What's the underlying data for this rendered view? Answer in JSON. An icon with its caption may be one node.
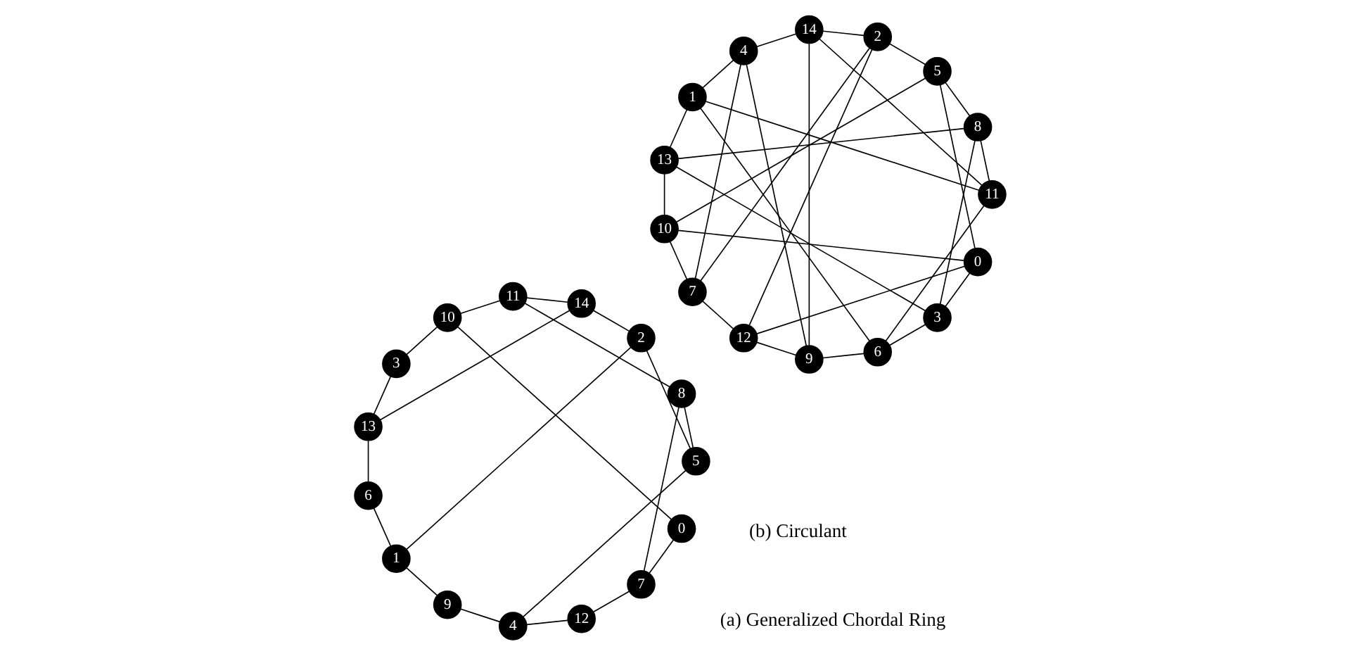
{
  "diagram": {
    "nodes": [
      {
        "text": [
          "0"
        ]
      },
      {
        "text": [
          "1"
        ]
      },
      {
        "text": [
          "2"
        ]
      },
      {
        "text": [
          "3"
        ]
      },
      {
        "text": [
          "4"
        ]
      },
      {
        "text": [
          "5"
        ]
      },
      {
        "text": [
          "6"
        ]
      },
      {
        "text": [
          "7"
        ]
      },
      {
        "text": [
          "8"
        ]
      },
      {
        "text": [
          "9"
        ]
      },
      {
        "text": [
          "10"
        ]
      },
      {
        "text": [
          "11"
        ]
      },
      {
        "text": [
          "12"
        ]
      },
      {
        "text": [
          "13"
        ]
      },
      {
        "text": [
          "14"
        ]
      },
      {
        "text": [
          "0"
        ]
      },
      {
        "text": [
          "1"
        ]
      },
      {
        "text": [
          "2"
        ]
      },
      {
        "text": [
          "3"
        ]
      },
      {
        "text": [
          "4"
        ]
      },
      {
        "text": [
          "5"
        ]
      },
      {
        "text": [
          "6"
        ]
      },
      {
        "text": [
          "7"
        ]
      },
      {
        "text": [
          "8"
        ]
      },
      {
        "text": [
          "9"
        ]
      },
      {
        "text": [
          "10"
        ]
      },
      {
        "text": [
          "11"
        ]
      },
      {
        "text": [
          "12"
        ]
      },
      {
        "text": [
          "13"
        ]
      },
      {
        "text": [
          "14"
        ]
      }
    ],
    "edges": [
      {
        "from": 0,
        "to": 7,
        "arrow": "none"
      },
      {
        "from": 0,
        "to": 10,
        "arrow": "none"
      },
      {
        "from": 1,
        "to": 2,
        "arrow": "none"
      },
      {
        "from": 1,
        "to": 6,
        "arrow": "none"
      },
      {
        "from": 1,
        "to": 9,
        "arrow": "none"
      },
      {
        "from": 2,
        "to": 5,
        "arrow": "none"
      },
      {
        "from": 3,
        "to": 10,
        "arrow": "none"
      },
      {
        "from": 4,
        "to": 5,
        "arrow": "none"
      },
      {
        "from": 4,
        "to": 9,
        "arrow": "none"
      },
      {
        "from": 5,
        "to": 8,
        "arrow": "none"
      },
      {
        "from": 7,
        "to": 8,
        "arrow": "none"
      },
      {
        "from": 8,
        "to": 11,
        "arrow": "none"
      },
      {
        "from": 10,
        "to": 11,
        "arrow": "none"
      },
      {
        "from": 12,
        "to": 4,
        "arrow": "none"
      },
      {
        "from": 12,
        "to": 7,
        "arrow": "none"
      },
      {
        "from": 13,
        "to": 3,
        "arrow": "none"
      },
      {
        "from": 13,
        "to": 6,
        "arrow": "none"
      },
      {
        "from": 14,
        "to": 2,
        "arrow": "none"
      },
      {
        "from": 14,
        "to": 11,
        "arrow": "none"
      },
      {
        "from": 14,
        "to": 13,
        "arrow": "none"
      },
      {
        "from": 15,
        "to": 18,
        "arrow": "none"
      },
      {
        "from": 15,
        "to": 20,
        "arrow": "none"
      },
      {
        "from": 16,
        "to": 19,
        "arrow": "none"
      },
      {
        "from": 16,
        "to": 21,
        "arrow": "none"
      },
      {
        "from": 17,
        "to": 20,
        "arrow": "none"
      },
      {
        "from": 17,
        "to": 22,
        "arrow": "none"
      },
      {
        "from": 18,
        "to": 21,
        "arrow": "none"
      },
      {
        "from": 18,
        "to": 23,
        "arrow": "none"
      },
      {
        "from": 19,
        "to": 22,
        "arrow": "none"
      },
      {
        "from": 19,
        "to": 24,
        "arrow": "none"
      },
      {
        "from": 20,
        "to": 23,
        "arrow": "none"
      },
      {
        "from": 20,
        "to": 25,
        "arrow": "none"
      },
      {
        "from": 21,
        "to": 24,
        "arrow": "none"
      },
      {
        "from": 21,
        "to": 26,
        "arrow": "none"
      },
      {
        "from": 22,
        "to": 25,
        "arrow": "none"
      },
      {
        "from": 22,
        "to": 27,
        "arrow": "none"
      },
      {
        "from": 23,
        "to": 26,
        "arrow": "none"
      },
      {
        "from": 23,
        "to": 28,
        "arrow": "none"
      },
      {
        "from": 24,
        "to": 27,
        "arrow": "none"
      },
      {
        "from": 24,
        "to": 29,
        "arrow": "none"
      },
      {
        "from": 25,
        "to": 28,
        "arrow": "none"
      },
      {
        "from": 25,
        "to": 15,
        "arrow": "none"
      },
      {
        "from": 26,
        "to": 29,
        "arrow": "none"
      },
      {
        "from": 26,
        "to": 16,
        "arrow": "none"
      },
      {
        "from": 27,
        "to": 15,
        "arrow": "none"
      },
      {
        "from": 27,
        "to": 17,
        "arrow": "none"
      },
      {
        "from": 28,
        "to": 16,
        "arrow": "none"
      },
      {
        "from": 28,
        "to": 18,
        "arrow": "none"
      },
      {
        "from": 29,
        "to": 17,
        "arrow": "none"
      },
      {
        "from": 29,
        "to": 19,
        "arrow": "none"
      }
    ],
    "labels": [
      "(a) Generalized Chordal Ring",
      "(b) Circulant"
    ]
  }
}
